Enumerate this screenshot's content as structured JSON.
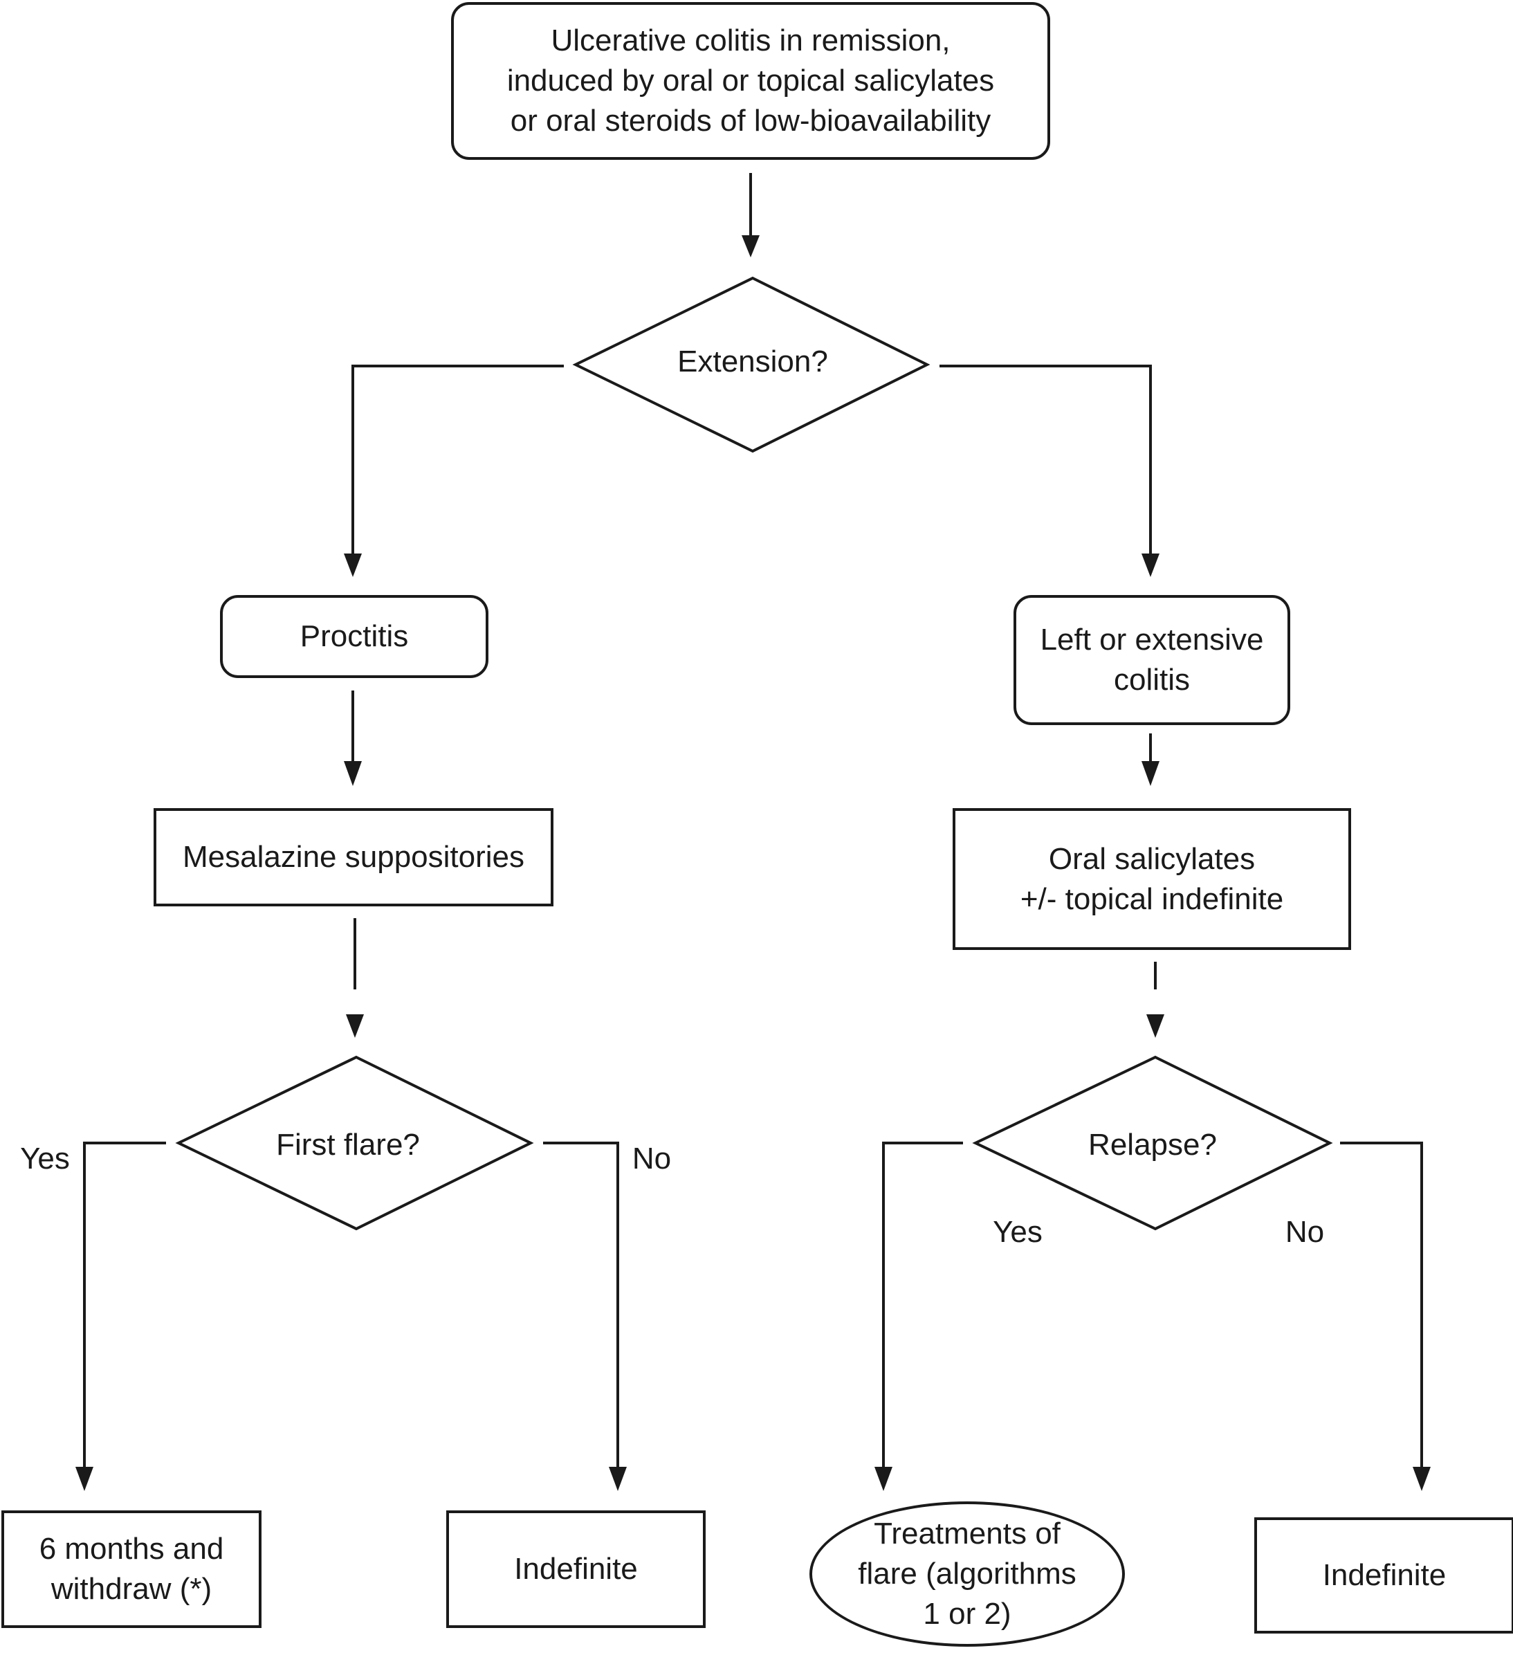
{
  "start": "Ulcerative colitis in remission,\ninduced by oral or topical salicylates\nor oral steroids of low-bioavailability",
  "decision_extension": "Extension?",
  "proctitis": "Proctitis",
  "left_extensive": "Left or extensive\ncolitis",
  "mesalazine": "Mesalazine suppositories",
  "oral_salicylates": "Oral salicylates\n+/- topical indefinite",
  "decision_first_flare": "First flare?",
  "decision_relapse": "Relapse?",
  "labels": {
    "yes": "Yes",
    "no": "No"
  },
  "outcomes": {
    "six_months": "6 months and\nwithdraw (*)",
    "indefinite_left": "Indefinite",
    "treatments": "Treatments of\nflare (algorithms\n1 or 2)",
    "indefinite_right": "Indefinite"
  }
}
